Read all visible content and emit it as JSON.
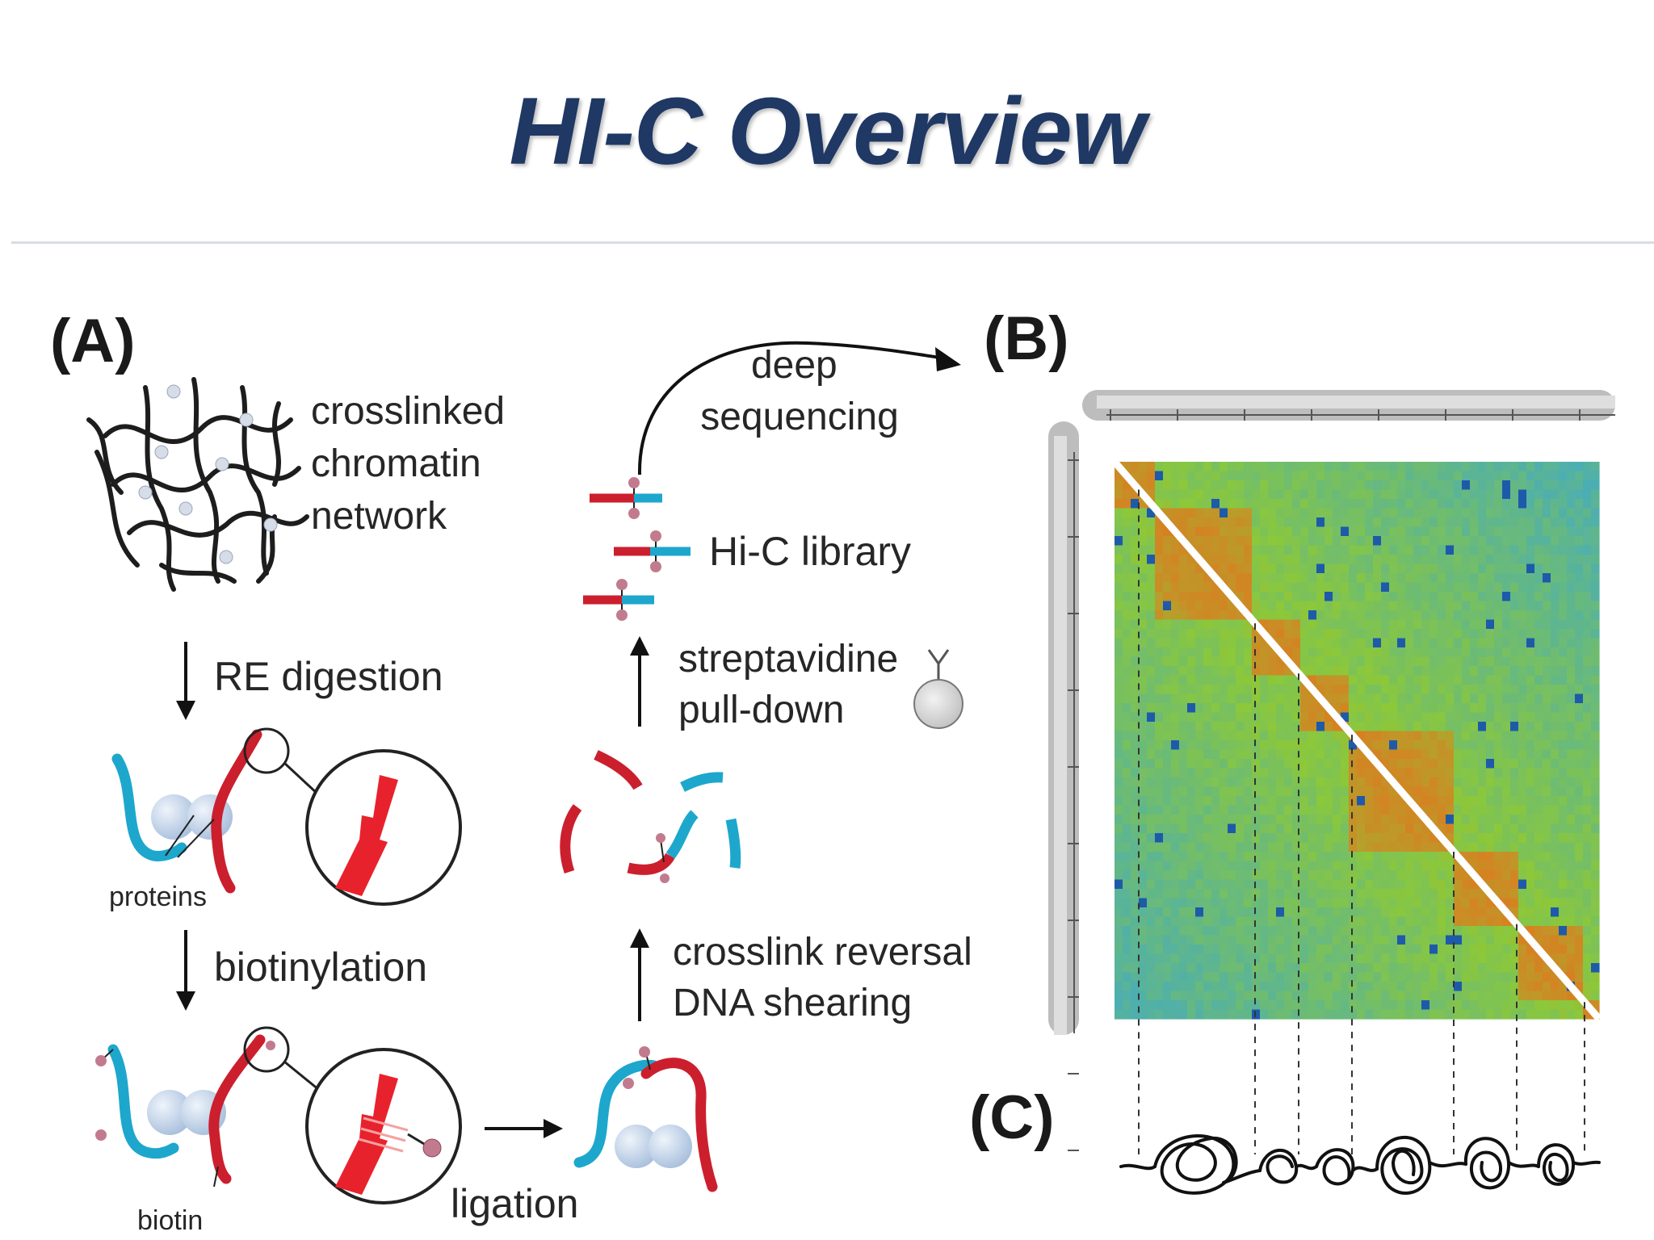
{
  "slide": {
    "title": "HI-C Overview",
    "colors": {
      "title": "#1f3864",
      "dna_red": "#cc1f2d",
      "dna_blue": "#1ea7cc",
      "protein": "#b9cde6",
      "biotin": "#c27b8e"
    }
  },
  "figure": {
    "panel_a": "(A)",
    "panel_b": "(B)",
    "panel_c": "(C)",
    "steps": {
      "chromatin": [
        "crosslinked",
        "chromatin",
        "network"
      ],
      "digestion": "RE digestion",
      "proteins": "proteins",
      "biotinylation": "biotinylation",
      "biotin": "biotin",
      "ligation": "ligation",
      "reversal": [
        "crosslink reversal",
        "DNA shearing"
      ],
      "pulldown": [
        "streptavidine",
        "pull-down"
      ],
      "library": "Hi-C library",
      "sequencing": [
        "deep",
        "sequencing"
      ]
    },
    "heatmap": {
      "domains": [
        [
          0,
          0.08
        ],
        [
          0.08,
          0.29
        ],
        [
          0.29,
          0.38
        ],
        [
          0.38,
          0.49
        ],
        [
          0.49,
          0.7
        ],
        [
          0.7,
          0.83
        ],
        [
          0.83,
          0.96
        ],
        [
          0.96,
          1.0
        ]
      ],
      "colors": {
        "low": "#3fa9c9",
        "mid": "#8cc83a",
        "high": "#e8701b",
        "diag": "#ffffff"
      }
    }
  }
}
